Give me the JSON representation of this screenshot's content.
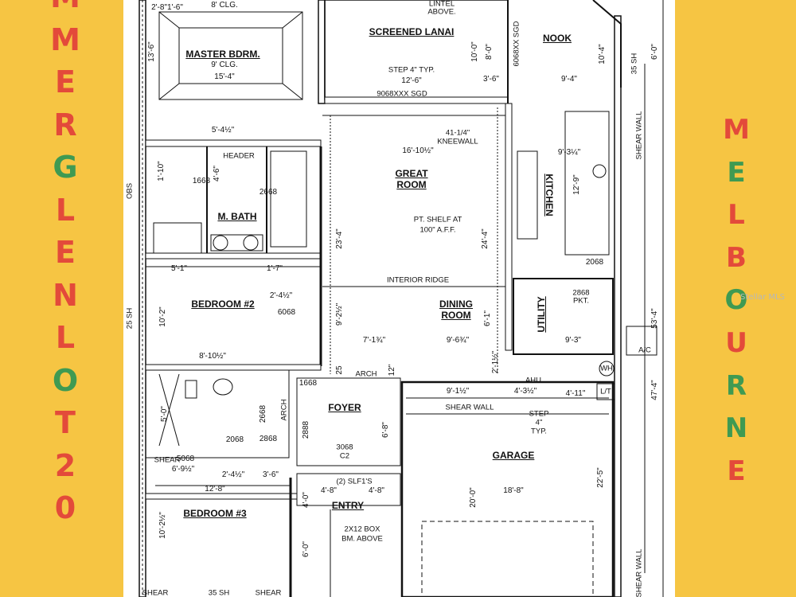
{
  "banner": {
    "left_letters": [
      "M",
      "M",
      "E",
      "R",
      "G",
      "L",
      "E",
      "N",
      "L",
      "O",
      "T",
      "2",
      "0"
    ],
    "left_colors": [
      "#e34a3a",
      "#e34a3a",
      "#e34a3a",
      "#e34a3a",
      "#3f9a52",
      "#e34a3a",
      "#e34a3a",
      "#e34a3a",
      "#e34a3a",
      "#3f9a52",
      "#e34a3a",
      "#e34a3a",
      "#e34a3a"
    ],
    "right_letters": [
      "M",
      "E",
      "L",
      "B",
      "O",
      "U",
      "R",
      "N",
      "E"
    ],
    "right_colors": [
      "#e34a3a",
      "#3f9a52",
      "#e34a3a",
      "#e34a3a",
      "#3f9a52",
      "#e34a3a",
      "#3f9a52",
      "#3f9a52",
      "#e34a3a"
    ],
    "watermark": "Stellar MLS"
  },
  "rooms": {
    "master": "MASTER BDRM.",
    "lanai": "SCREENED LANAI",
    "nook": "NOOK",
    "great_room": [
      "GREAT",
      "ROOM"
    ],
    "kitchen": "KITCHEN",
    "m_bath": "M. BATH",
    "bedroom2": "BEDROOM #2",
    "dining": [
      "DINING",
      "ROOM"
    ],
    "utility": "UTILITY",
    "foyer": "FOYER",
    "garage": "GARAGE",
    "entry": "ENTRY",
    "bedroom3": "BEDROOM #3"
  },
  "notes": {
    "clg8": "8' CLG.",
    "clg9": "9' CLG.",
    "lintel": [
      "LINTEL",
      "ABOVE."
    ],
    "step4": "STEP 4\" TYP.",
    "sgd9068": "9068XXX SGD",
    "sgd6068": "6068XX SGD",
    "header": "HEADER",
    "kneewall": [
      "41-1/4\"",
      "KNEEWALL"
    ],
    "pt_shelf": [
      "PT. SHELF AT",
      "100\" A.F.F."
    ],
    "interior_ridge": "INTERIOR RIDGE",
    "shear_wall": "SHEAR WALL",
    "shear": "SHEAR",
    "sh35": "35 SH",
    "sh25": "25 SH",
    "obs": "OBS",
    "arch": "ARCH",
    "pkt2868": [
      "2868",
      "PKT."
    ],
    "c2": [
      "3068",
      "C2"
    ],
    "slf": "(2) SLF1'S",
    "box_beam": [
      "2X12 BOX",
      "BM. ABOVE"
    ],
    "step_typ": [
      "STEP",
      "4\"",
      "TYP."
    ],
    "ac": "A/C",
    "wh": "WH",
    "lt": "L/T",
    "ahu": "AHU"
  },
  "dims": {
    "d_2_8_1_6": "2'-8\"1'-6\"",
    "d_13_6": "13'-6\"",
    "d_15_4": "15'-4\"",
    "d_12_6": "12'-6\"",
    "d_10_0": "10'-0\"",
    "d_8_0": "8'-0\"",
    "d_3_6": "3'-6\"",
    "d_9_4": "9'-4\"",
    "d_10_4": "10'-4\"",
    "d_6_0": "6'-0\"",
    "d_16_10": "16'-10½\"",
    "d_9_3": "9'-3¼\"",
    "d_12_9": "12'-9\"",
    "d_4_6": "4'-6\"",
    "d_1_10": "1'-10\"",
    "d_1668": "1668",
    "d_2668": "2668",
    "d_5_4": "5'-4½\"",
    "d_5_1": "5'-1\"",
    "d_1_7": "1'-7\"",
    "d_2_4": "2'-4½\"",
    "d_6068": "6068",
    "d_10_2": "10'-2\"",
    "d_8_10": "8'-10½\"",
    "d_9_2": "9'-2½\"",
    "d_23_4": "23'-4\"",
    "d_24_4": "24'-4\"",
    "d_7_1": "7'-1¾\"",
    "d_9_6": "9'-6¾\"",
    "d_6_1": "6'-1\"",
    "d_9_3b": "9'-3\"",
    "d_2_1": "2'-1½\"",
    "d_25": "25",
    "d_12": "12\"",
    "d_9_1": "9'-1½\"",
    "d_4_3": "4'-3½\"",
    "d_4_11": "4'-11\"",
    "d_47_4": "47'-4\"",
    "d_53_4": "53'-4\"",
    "d_22_5": "22'-5\"",
    "d_20_0": "20'-0\"",
    "d_18_8": "18'-8\"",
    "d_6_8": "6'-8\"",
    "d_4_8": "4'-8\"",
    "d_4_0": "4'-0\"",
    "d_12_8": "12'-8\"",
    "d_3_6b": "3'-6\"",
    "d_6_9": "6'-9½\"",
    "d_5068": "5068",
    "d_2068": "2068",
    "d_2888": "2888",
    "d_5_0": "5'-0\"",
    "d_2_4b": "2'-4½\"",
    "d_10_2b": "10'-2½\"",
    "d_6_0b": "6'-0\""
  }
}
